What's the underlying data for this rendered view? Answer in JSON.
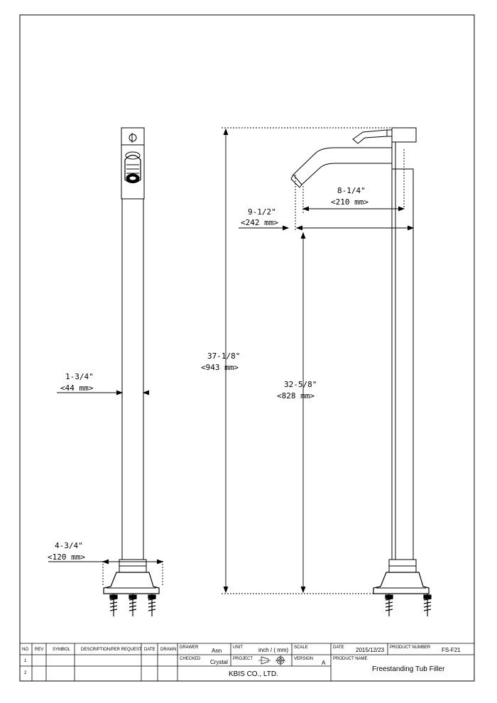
{
  "dimensions": {
    "spout_reach": {
      "imperial": "8-1/4\"",
      "metric": "<210 mm>"
    },
    "spout_projection": {
      "imperial": "9-1/2\"",
      "metric": "<242 mm>"
    },
    "overall_height": {
      "imperial": "37-1/8\"",
      "metric": "<943 mm>"
    },
    "spout_height": {
      "imperial": "32-5/8\"",
      "metric": "<828 mm>"
    },
    "column_diameter": {
      "imperial": "1-3/4\"",
      "metric": "<44 mm>"
    },
    "base_width": {
      "imperial": "4-3/4\"",
      "metric": "<120 mm>"
    }
  },
  "title_block": {
    "headers": {
      "no": "NO",
      "rev": "REV",
      "symbol": "SYMBOL",
      "description": "DESCRIPTION/PER REQUEST",
      "date": "DATE",
      "drawn": "DRAWN"
    },
    "rows": [
      "1",
      "2"
    ],
    "labels": {
      "drawer": "DRAWER",
      "unit": "UNIT",
      "scale": "SCALE",
      "date": "DATE",
      "product_number": "PRODUCT NUMBER",
      "checked": "CHECKED",
      "project": "PROJECT",
      "version": "VERSION",
      "product_name": "PRODUCT NAME"
    },
    "values": {
      "drawer": "Ann",
      "unit": "inch / ( mm)",
      "date": "2015/12/23",
      "product_number": "FS-F21",
      "checked": "Crystal",
      "version": "A",
      "company": "KBIS CO., LTD.",
      "product_name": "Freestanding Tub Filler"
    }
  }
}
